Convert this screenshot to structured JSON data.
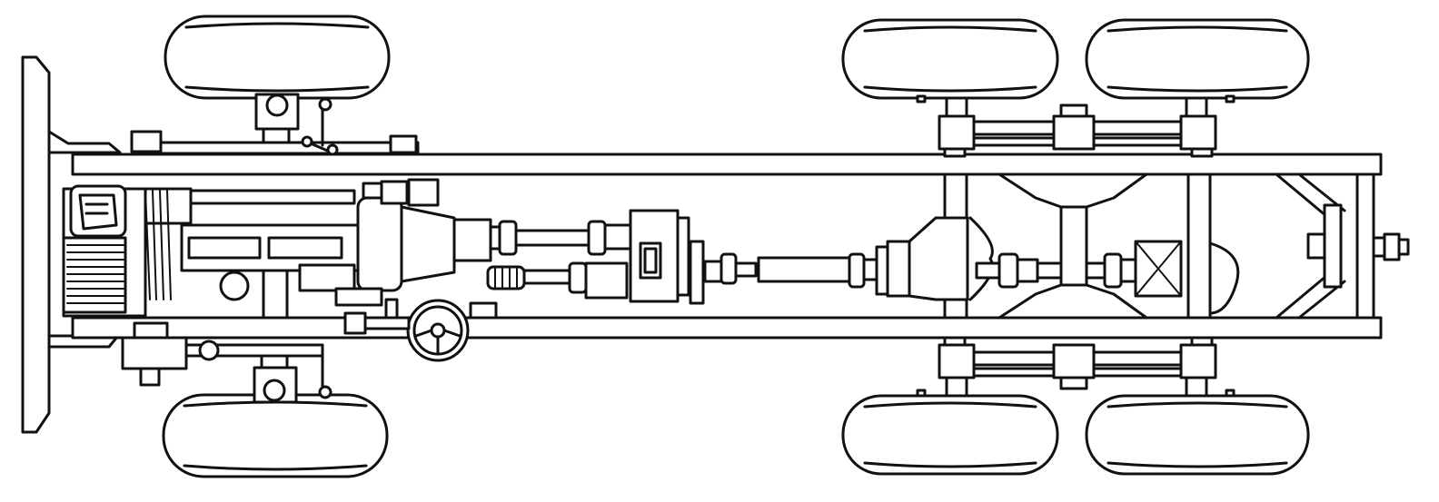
{
  "diagram": {
    "type": "vehicle-chassis-top-view",
    "colors": {
      "stroke": "#111111",
      "background": "#ffffff",
      "fill": "#ffffff"
    },
    "components": [
      "front-bumper",
      "frame-rail-upper",
      "frame-rail-lower",
      "front-wheel-upper",
      "front-wheel-lower",
      "rear-wheel-upper-1",
      "rear-wheel-upper-2",
      "rear-wheel-lower-1",
      "rear-wheel-lower-2",
      "radiator",
      "engine",
      "transmission",
      "transfer-case",
      "drive-shaft",
      "rear-differential-1",
      "rear-differential-2",
      "steering-wheel",
      "fuel-tank",
      "tow-hook"
    ]
  }
}
